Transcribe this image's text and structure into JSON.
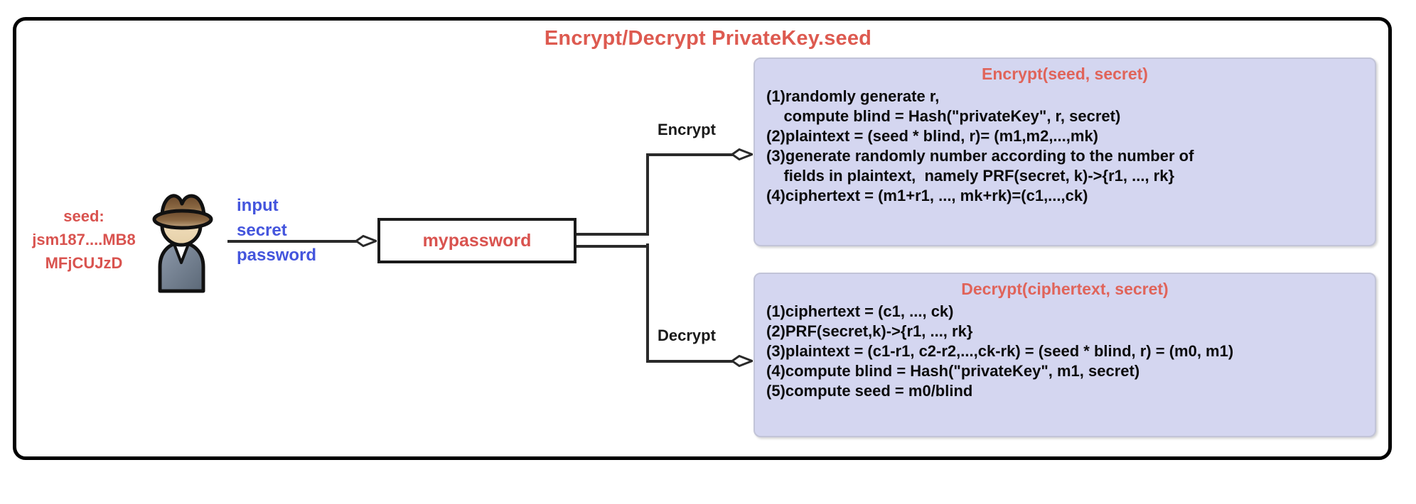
{
  "diagram": {
    "title": "Encrypt/Decrypt PrivateKey.seed",
    "colors": {
      "title_red": "#dd5a50",
      "accent_red": "#d9534f",
      "label_blue": "#4455dd",
      "panel_fill": "#d4d6f0",
      "panel_border": "#c2c4d8",
      "line_black": "#2a2a2a"
    }
  },
  "actor": {
    "icon": "person-with-hat-icon",
    "seed_label": [
      "seed:",
      "jsm187....MB8",
      "MFjCUJzD"
    ]
  },
  "input_edge": {
    "label": [
      "input",
      "secret",
      "password"
    ]
  },
  "password_node": {
    "value": "mypassword"
  },
  "edges": {
    "encrypt_label": "Encrypt",
    "decrypt_label": "Decrypt"
  },
  "encrypt_panel": {
    "title": "Encrypt(seed, secret)",
    "lines": [
      "(1)randomly generate r,",
      "    compute blind = Hash(\"privateKey\", r, secret)",
      "(2)plaintext = (seed * blind, r)= (m1,m2,...,mk)",
      "(3)generate randomly number according to the number of",
      "    fields in plaintext,  namely PRF(secret, k)->{r1, ..., rk}",
      "(4)ciphertext = (m1+r1, ..., mk+rk)=(c1,...,ck)"
    ]
  },
  "decrypt_panel": {
    "title": "Decrypt(ciphertext, secret)",
    "lines": [
      "(1)ciphertext = (c1, ..., ck)",
      "(2)PRF(secret,k)->{r1, ..., rk}",
      "(3)plaintext = (c1-r1, c2-r2,...,ck-rk) = (seed * blind, r) = (m0, m1)",
      "(4)compute blind = Hash(\"privateKey\", m1, secret)",
      "(5)compute seed = m0/blind"
    ]
  }
}
